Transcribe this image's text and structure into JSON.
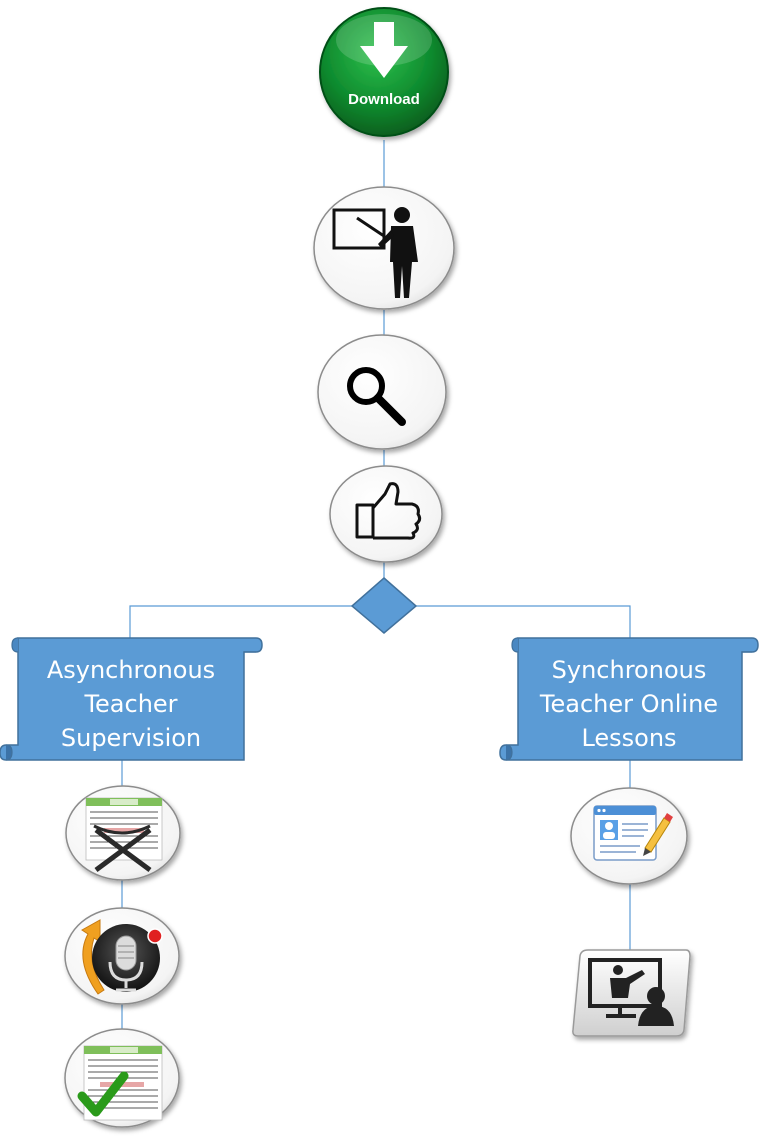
{
  "download_button": {
    "label": "Download",
    "icon": "download-arrow-icon",
    "color": "#0e8a2e"
  },
  "flow_nodes": [
    {
      "icon": "teacher-board-icon"
    },
    {
      "icon": "magnifier-icon"
    },
    {
      "icon": "thumbs-up-icon"
    }
  ],
  "decision": {
    "icon": "diamond-decision",
    "color": "#5b9bd5"
  },
  "branches": {
    "left": {
      "title_lines": [
        "Asynchronous",
        "Teacher",
        "Supervision"
      ],
      "steps": [
        "quran-book-icon",
        "record-microphone-icon",
        "quran-page-checkmark-icon"
      ]
    },
    "right": {
      "title_lines": [
        "Synchronous",
        "Teacher Online",
        "Lessons"
      ],
      "steps": [
        "web-form-edit-icon",
        "online-classroom-icon"
      ]
    }
  },
  "colors": {
    "scroll_fill": "#5b9bd5",
    "scroll_border": "#41719c",
    "connector": "#5b9bd5",
    "circle_border": "#8c8c8c"
  }
}
